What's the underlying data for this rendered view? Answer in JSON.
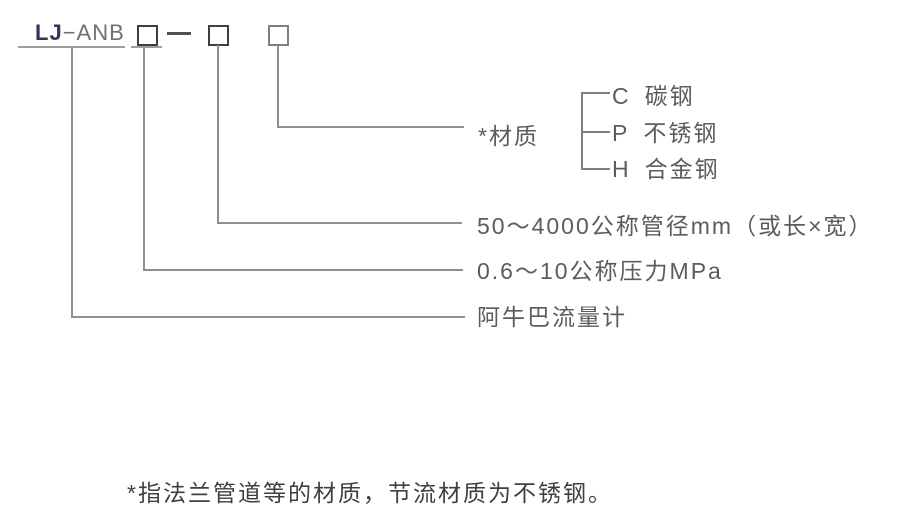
{
  "model_code": {
    "prefix_bold": "LJ",
    "prefix_rest": "−ANB"
  },
  "branch_labels": {
    "material": "*材质",
    "diameter": "50～4000公称管径mm（或长×宽）",
    "pressure": "0.6～10公称压力MPa",
    "product": "阿牛巴流量计"
  },
  "material_options": [
    {
      "code": "C",
      "name": "碳钢"
    },
    {
      "code": "P",
      "name": "不锈钢"
    },
    {
      "code": "H",
      "name": "合金钢"
    }
  ],
  "footnote": "*指法兰管道等的材质，节流材质为不锈钢。",
  "colors": {
    "connector_line": "#8f8f8f",
    "bracket_line": "#7f7f7f",
    "box_border_dark": "#3f3f3f",
    "box_border_light": "#7f7f7f",
    "underline": "#9e9e9e",
    "label_text": "#5c5c5c",
    "code_prefix_text": "#32325f",
    "code_rest_text": "#707070",
    "footnote_text": "#3f3f3f",
    "background": "#ffffff"
  }
}
